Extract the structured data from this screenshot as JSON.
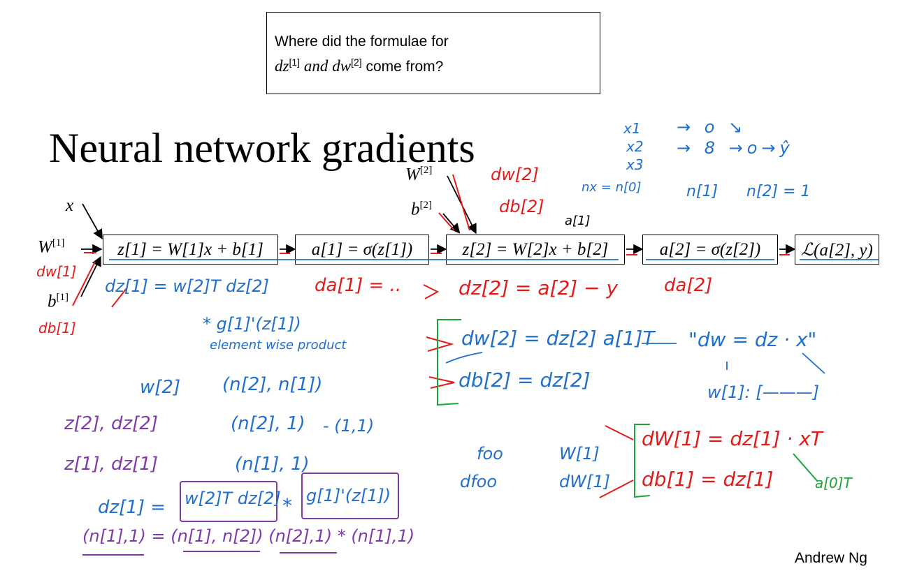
{
  "question": {
    "line1": "Where did the formulae for",
    "dz": "dz",
    "dz_sup": "[1]",
    "and": "and",
    "dw": "dw",
    "dw_sup": "[2]",
    "tail": "come from?"
  },
  "title": "Neural network gradients",
  "graph": {
    "x": "x",
    "W1": "W",
    "W1_sup": "[1]",
    "b1": "b",
    "b1_sup": "[1]",
    "W2": "W",
    "W2_sup": "[2]",
    "b2": "b",
    "b2_sup": "[2]",
    "box1": "z[1] = W[1]x + b[1]",
    "box2": "a[1] = σ(z[1])",
    "box3": "z[2] = W[2]x + b[2]",
    "box4": "a[2] = σ(z[2])",
    "box5": "ℒ(a[2], y)"
  },
  "handwriting": {
    "dw1": "dw[1]",
    "db1": "db[1]",
    "dw2_top": "dw[2]",
    "db2_top": "db[2]",
    "a1_small": "a[1]",
    "dz1_eq": "dz[1] = w[2]T dz[2]",
    "elem_prod": "* g[1]'(z[1])",
    "elem_note": "element wise product",
    "da1": "da[1] = ..",
    "dz2_eq": "dz[2] = a[2] − y",
    "da2": "da[2]",
    "dw2_eq": "dw[2] = dz[2] a[1]T",
    "db2_eq": "db[2] = dz[2]",
    "dw_x": "\"dw = dz · x\"",
    "w1_dims": "w[1]: [———]",
    "net_x1": "x1",
    "net_x2": "x2",
    "net_x3": "x3",
    "nx": "nx = n[0]",
    "n1": "n[1]",
    "n2": "n[2] = 1",
    "w2_lbl": "w[2]",
    "w2_dims": "(n[2], n[1])",
    "z2_lbl": "z[2], dz[2]",
    "z2_dims": "(n[2], 1)",
    "z2_extra": "- (1,1)",
    "z1_lbl": "z[1], dz[1]",
    "z1_dims": "(n[1], 1)",
    "dz1_full_lhs": "dz[1] =",
    "dz1_term1": "w[2]T dz[2]",
    "dz1_star": "*",
    "dz1_term2": "g[1]'(z[1])",
    "dims_row": "(n[1],1) = (n[1], n[2])  (n[2],1) * (n[1],1)",
    "foo": "foo",
    "dfoo": "dfoo",
    "W1c": "W[1]",
    "dW1c": "dW[1]",
    "dW1_eq": "dW[1] = dz[1] · xT",
    "db1_eq": "db[1] = dz[1]",
    "a0T": "a[0]T"
  },
  "author": "Andrew Ng"
}
